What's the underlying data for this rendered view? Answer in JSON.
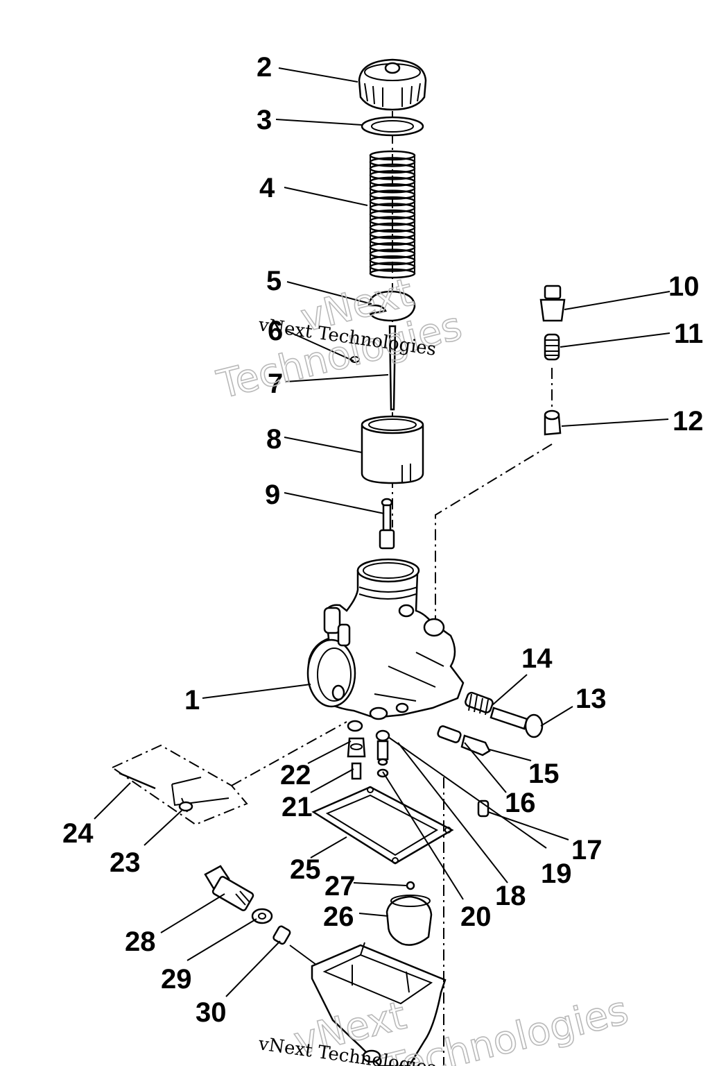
{
  "diagram": {
    "callouts": [
      {
        "id": "c1",
        "text": "1"
      },
      {
        "id": "c2",
        "text": "2"
      },
      {
        "id": "c3",
        "text": "3"
      },
      {
        "id": "c4",
        "text": "4"
      },
      {
        "id": "c5",
        "text": "5"
      },
      {
        "id": "c6",
        "text": "6"
      },
      {
        "id": "c7",
        "text": "7"
      },
      {
        "id": "c8",
        "text": "8"
      },
      {
        "id": "c9",
        "text": "9"
      },
      {
        "id": "c10",
        "text": "10"
      },
      {
        "id": "c11",
        "text": "11"
      },
      {
        "id": "c12",
        "text": "12"
      },
      {
        "id": "c13",
        "text": "13"
      },
      {
        "id": "c14",
        "text": "14"
      },
      {
        "id": "c15",
        "text": "15"
      },
      {
        "id": "c16",
        "text": "16"
      },
      {
        "id": "c17",
        "text": "17"
      },
      {
        "id": "c18",
        "text": "18"
      },
      {
        "id": "c19",
        "text": "19"
      },
      {
        "id": "c20",
        "text": "20"
      },
      {
        "id": "c21",
        "text": "21"
      },
      {
        "id": "c22",
        "text": "22"
      },
      {
        "id": "c23",
        "text": "23"
      },
      {
        "id": "c24",
        "text": "24"
      },
      {
        "id": "c25",
        "text": "25"
      },
      {
        "id": "c26",
        "text": "26"
      },
      {
        "id": "c27",
        "text": "27"
      },
      {
        "id": "c28",
        "text": "28"
      },
      {
        "id": "c29",
        "text": "29"
      },
      {
        "id": "c30",
        "text": "30"
      }
    ]
  },
  "watermark": {
    "small_text": "vNext Technologies",
    "big_word_1": "vNext",
    "big_word_2": "Technologies"
  }
}
